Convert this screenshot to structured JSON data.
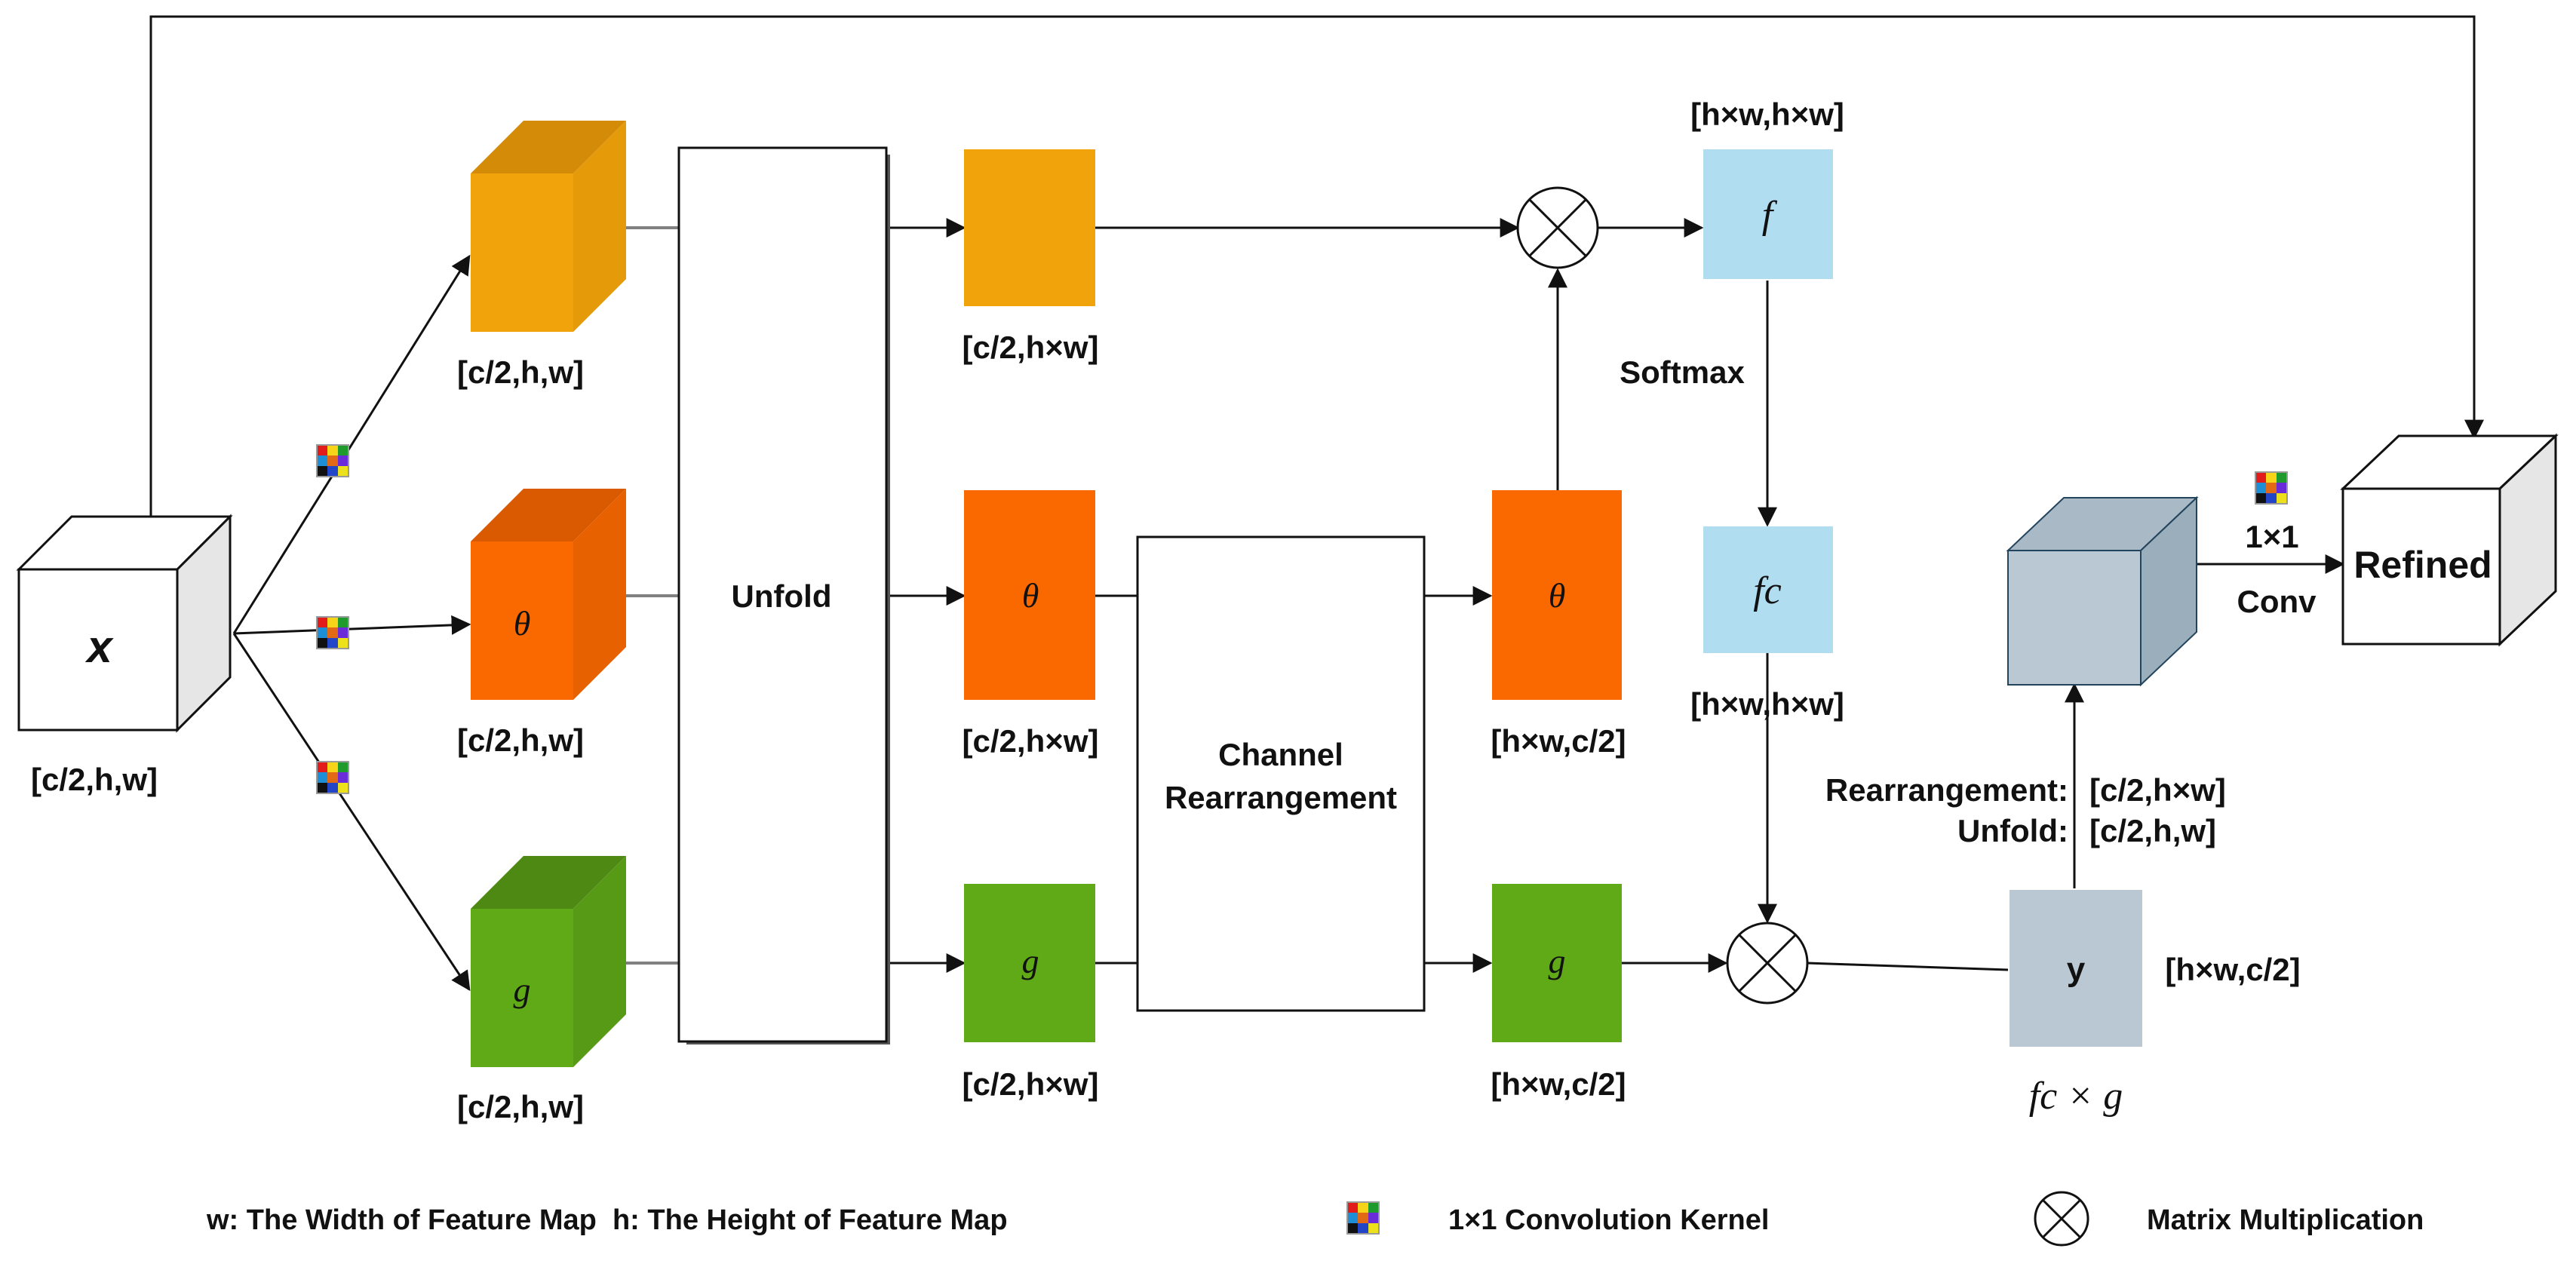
{
  "input": {
    "symbol": "x",
    "shape": "[c/2,h,w]"
  },
  "branches": {
    "phi_symbol": "θ",
    "g_symbol": "g",
    "cube_shape_top": "[c/2,h,w]",
    "cube_shape_mid": "[c/2,h,w]",
    "cube_shape_bot": "[c/2,h,w]"
  },
  "unfold": {
    "label": "Unfold"
  },
  "unfolded": {
    "top_shape": "[c/2,h×w]",
    "mid_shape": "[c/2,h×w]",
    "bot_shape": "[c/2,h×w]",
    "phi_symbol": "θ",
    "g_symbol": "g"
  },
  "channel_rearrangement": {
    "label_line1": "Channel",
    "label_line2": "Rearrangement"
  },
  "rearranged": {
    "phi_symbol": "θ",
    "g_symbol": "g",
    "mid_shape": "[h×w,c/2]",
    "bot_shape": "[h×w,c/2]"
  },
  "attention": {
    "f_symbol": "f",
    "f_shape": "[h×w,h×w]",
    "softmax_label": "Softmax",
    "fc_symbol": "fc",
    "fc_shape": "[h×w,h×w]"
  },
  "output": {
    "y_label": "y",
    "y_shape": "[h×w,c/2]",
    "y_formula": "fc × g",
    "rearrangement_label": "Rearrangement:",
    "rearrangement_value": "[c/2,h×w]",
    "unfold_label": "Unfold:",
    "unfold_value": "[c/2,h,w]",
    "conv_top": "1×1",
    "conv_bottom": "Conv",
    "refined_label": "Refined"
  },
  "legend": {
    "dims": "w: The Width of Feature Map  h: The Height of Feature Map",
    "conv_kernel": "1×1 Convolution Kernel",
    "matmul": "Matrix Multiplication"
  },
  "colors": {
    "theta_orange": "#F0A30A",
    "phi_orange": "#FA6800",
    "g_green": "#60A917",
    "attention_blue": "#B1DDF0",
    "output_grey": "#BAC8D3"
  }
}
